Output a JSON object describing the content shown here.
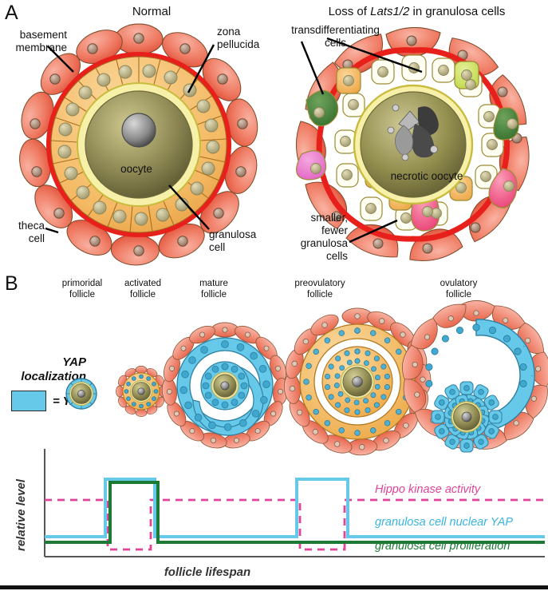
{
  "panels": {
    "a": {
      "letter": "A"
    },
    "b": {
      "letter": "B"
    }
  },
  "panel_a": {
    "normal_title": "Normal",
    "mutant_title_prefix": "Loss of ",
    "mutant_title_gene": "Lats1/2",
    "mutant_title_suffix": " in granulosa cells",
    "labels": {
      "basement_membrane": "basement\nmembrane",
      "zona_pellucida": "zona\npellucida",
      "theca_cell": "theca\ncell",
      "granulosa_cell": "granulosa\ncell",
      "oocyte": "oocyte",
      "transdifferentiating": "transdifferentiating\ncells",
      "necrotic_oocyte": "necrotic oocyte",
      "smaller_fewer": "smaller,\nfewer\ngranulosa\ncells"
    }
  },
  "panel_b": {
    "stages": [
      {
        "name": "primordial-follicle",
        "label": "primoridal\nfollicle"
      },
      {
        "name": "activated-follicle",
        "label": "activated\nfollicle"
      },
      {
        "name": "mature-follicle",
        "label": "mature\nfollicle"
      },
      {
        "name": "preovulatory-follicle",
        "label": "preovulatory\nfollicle"
      },
      {
        "name": "ovulatory-follicle",
        "label": "ovulatory\nfollicle"
      }
    ],
    "legend": {
      "title": "YAP\nlocalization",
      "swatch_label": "= YAP",
      "swatch_color": "#67c9ea"
    }
  },
  "chart_data": {
    "type": "line",
    "title": "",
    "xlabel": "follicle lifespan",
    "ylabel": "relative level",
    "xlim": [
      0,
      100
    ],
    "ylim": [
      0,
      100
    ],
    "grid": false,
    "legend_position": "right",
    "axis_ticks": {
      "x": [],
      "y": []
    },
    "series": [
      {
        "name": "Hippo kinase activity",
        "color": "#e0449a",
        "style": "dashed",
        "legend_label": "Hippo kinase activity",
        "points": [
          {
            "x": 0,
            "y": 50
          },
          {
            "x": 16,
            "y": 50
          },
          {
            "x": 16,
            "y": 5
          },
          {
            "x": 26,
            "y": 5
          },
          {
            "x": 26,
            "y": 50
          },
          {
            "x": 53,
            "y": 50
          },
          {
            "x": 53,
            "y": 5
          },
          {
            "x": 63,
            "y": 5
          },
          {
            "x": 63,
            "y": 50
          },
          {
            "x": 100,
            "y": 50
          }
        ]
      },
      {
        "name": "granulosa cell nuclear YAP",
        "color": "#67c9ea",
        "style": "solid",
        "legend_label": "granulosa cell nuclear YAP",
        "points": [
          {
            "x": 0,
            "y": 19
          },
          {
            "x": 16,
            "y": 19
          },
          {
            "x": 16,
            "y": 78
          },
          {
            "x": 27,
            "y": 78
          },
          {
            "x": 27,
            "y": 19
          },
          {
            "x": 53,
            "y": 19
          },
          {
            "x": 53,
            "y": 78
          },
          {
            "x": 63,
            "y": 78
          },
          {
            "x": 63,
            "y": 19
          },
          {
            "x": 100,
            "y": 19
          }
        ]
      },
      {
        "name": "granulosa cell proliferation",
        "color": "#1d7a35",
        "style": "solid",
        "legend_label": "granulosa cell proliferation",
        "points": [
          {
            "x": 0,
            "y": 14
          },
          {
            "x": 17,
            "y": 14
          },
          {
            "x": 17,
            "y": 75
          },
          {
            "x": 26,
            "y": 75
          },
          {
            "x": 26,
            "y": 14
          },
          {
            "x": 100,
            "y": 14
          }
        ]
      }
    ]
  }
}
